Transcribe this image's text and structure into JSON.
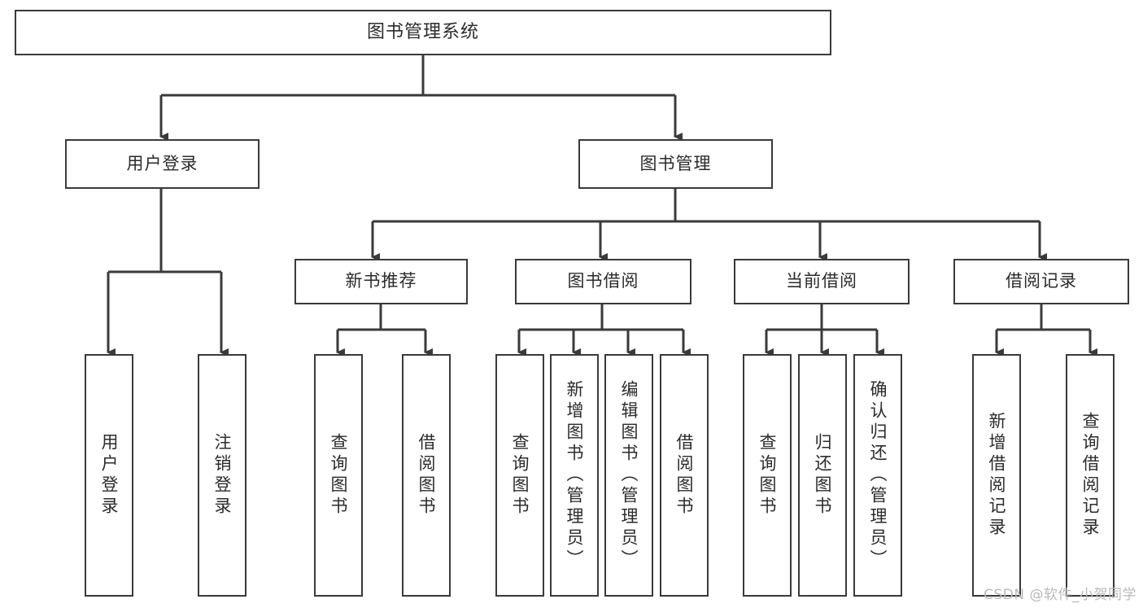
{
  "diagram": {
    "title": "图书管理系统",
    "type": "hierarchy-tree",
    "root": {
      "id": "root",
      "label": "图书管理系统"
    },
    "level2": [
      {
        "id": "user-login",
        "label": "用户登录"
      },
      {
        "id": "book-manage",
        "label": "图书管理"
      }
    ],
    "level3": [
      {
        "id": "new-book-rec",
        "label": "新书推荐",
        "parent": "book-manage"
      },
      {
        "id": "book-borrow",
        "label": "图书借阅",
        "parent": "book-manage"
      },
      {
        "id": "current-borrow",
        "label": "当前借阅",
        "parent": "book-manage"
      },
      {
        "id": "borrow-record",
        "label": "借阅记录",
        "parent": "book-manage"
      }
    ],
    "leaves": [
      {
        "id": "leaf-user-login",
        "label": "用户登录",
        "parent": "user-login"
      },
      {
        "id": "leaf-user-logout",
        "label": "注销登录",
        "parent": "user-login"
      },
      {
        "id": "leaf-query-book-1",
        "label": "查询图书",
        "parent": "new-book-rec"
      },
      {
        "id": "leaf-borrow-book-1",
        "label": "借阅图书",
        "parent": "new-book-rec"
      },
      {
        "id": "leaf-query-book-2",
        "label": "查询图书",
        "parent": "book-borrow"
      },
      {
        "id": "leaf-add-book",
        "label": "新增图书（管理员）",
        "parent": "book-borrow"
      },
      {
        "id": "leaf-edit-book",
        "label": "编辑图书（管理员）",
        "parent": "book-borrow"
      },
      {
        "id": "leaf-borrow-book-2",
        "label": "借阅图书",
        "parent": "book-borrow"
      },
      {
        "id": "leaf-query-book-3",
        "label": "查询图书",
        "parent": "current-borrow"
      },
      {
        "id": "leaf-return-book",
        "label": "归还图书",
        "parent": "current-borrow"
      },
      {
        "id": "leaf-confirm-return",
        "label": "确认归还（管理员）",
        "parent": "current-borrow"
      },
      {
        "id": "leaf-add-record",
        "label": "新增借阅记录",
        "parent": "borrow-record"
      },
      {
        "id": "leaf-query-record",
        "label": "查询借阅记录",
        "parent": "borrow-record"
      }
    ],
    "colors": {
      "box_border": "#3a3a3a",
      "box_fill": "#ffffff",
      "line": "#3a3a3a",
      "text": "#2b2b2b",
      "watermark": "#b9b9b9",
      "background": "#ffffff"
    }
  },
  "watermark": {
    "text": "CSDN @软件_小贺同学"
  }
}
